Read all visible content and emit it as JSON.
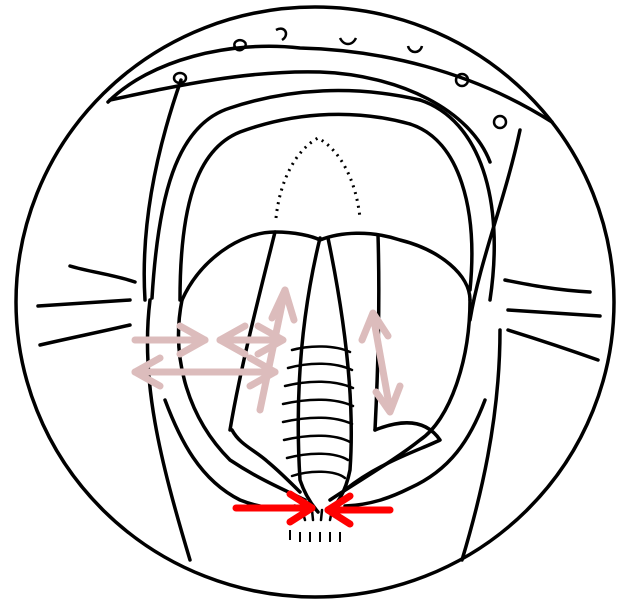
{
  "diagram": {
    "subject": "laryngoscopic-view-of-larynx",
    "colors": {
      "line": "#000000",
      "background": "#ffffff",
      "faint_arrow": "#dcbcbc",
      "strong_arrow": "#ff0000"
    },
    "icons": {
      "faint_arrows": "double-headed-arrow",
      "red_arrows": "converging-arrows"
    }
  }
}
